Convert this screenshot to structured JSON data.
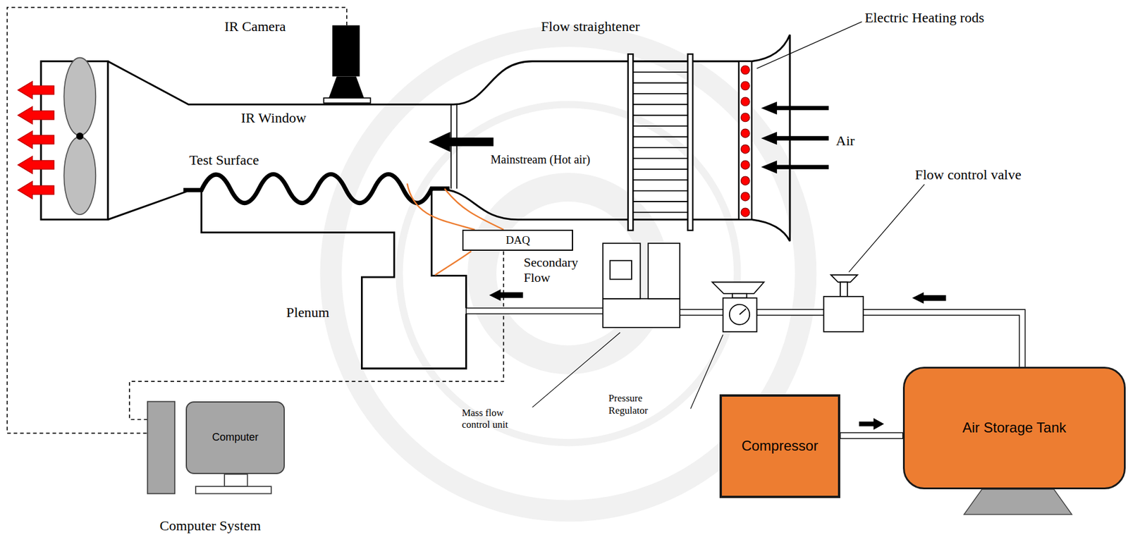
{
  "diagram": {
    "nodes": [
      {
        "text": [
          "DAQ"
        ]
      },
      {
        "text": [
          "Computer"
        ]
      },
      {
        "text": [
          "Compressor"
        ]
      },
      {
        "text": [
          "Air Storage Tank"
        ]
      }
    ],
    "edges": [
      {
        "from": 2,
        "to": 3,
        "arrow": "to"
      }
    ],
    "labels": [
      "IR Camera",
      "Flow straightener",
      "Electric Heating rods",
      "IR Window",
      "Test Surface",
      "Mainstream (Hot air)",
      "Air",
      "Flow control valve",
      "Secondary Flow",
      "Plenum",
      "Mass flow control unit",
      "Pressure Regulator",
      "Computer System"
    ]
  }
}
